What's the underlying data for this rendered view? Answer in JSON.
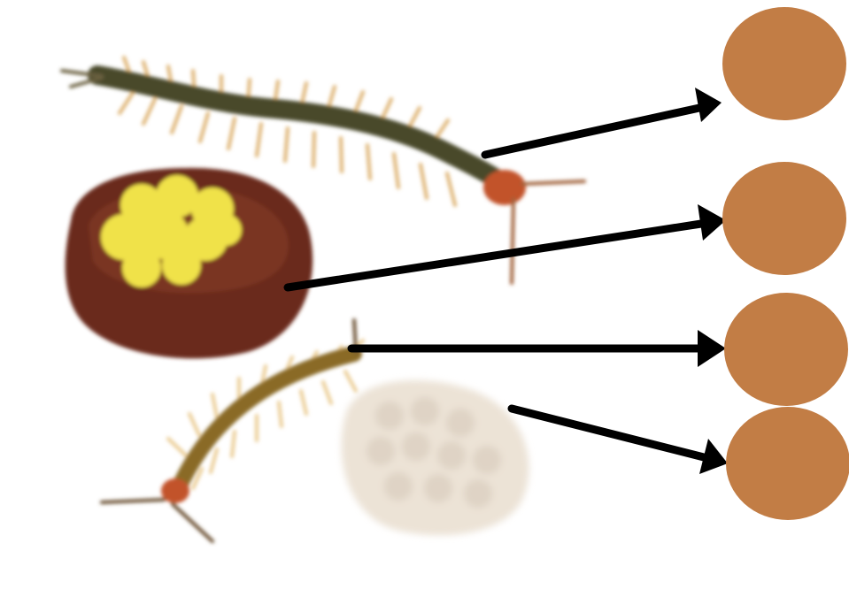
{
  "diagram": {
    "description_labels": [],
    "colors": {
      "label_circle": "#C27D45",
      "arrow": "#000000",
      "centipede_adult_body": "#4A4A2C",
      "centipede_adult_head": "#C2532A",
      "nest_soil": "#6B2A1C",
      "eggs": "#F0E24A",
      "centipede_young_body": "#8A6A26",
      "egg_cluster_hatched": "#EAE0D2"
    },
    "stages": [
      {
        "name": "adult-centipede",
        "label": ""
      },
      {
        "name": "egg-nest",
        "label": ""
      },
      {
        "name": "young-centipede",
        "label": ""
      },
      {
        "name": "hatched-egg-cluster",
        "label": ""
      }
    ]
  }
}
